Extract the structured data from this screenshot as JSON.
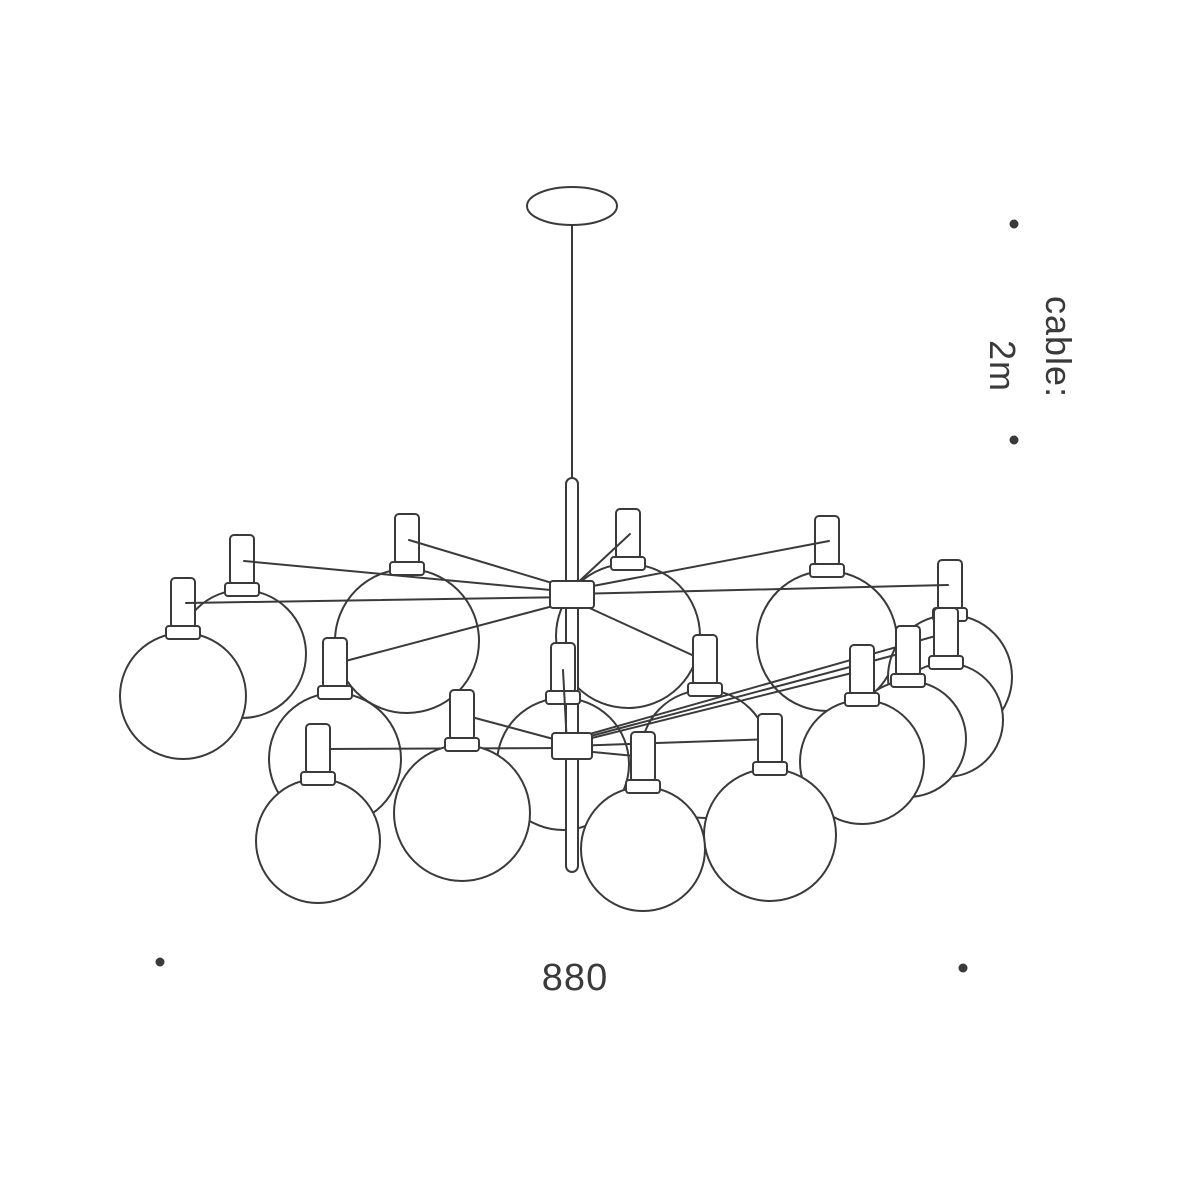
{
  "page": {
    "background": "#ffffff"
  },
  "drawing": {
    "type": "technical-line-drawing",
    "subject": "two-tier globe chandelier suspension drawing",
    "stroke_color": "#3a3a3a"
  },
  "annotations": {
    "cable_label_line1": "cable:",
    "cable_label_line2": "2m",
    "width_dimension": "880"
  }
}
